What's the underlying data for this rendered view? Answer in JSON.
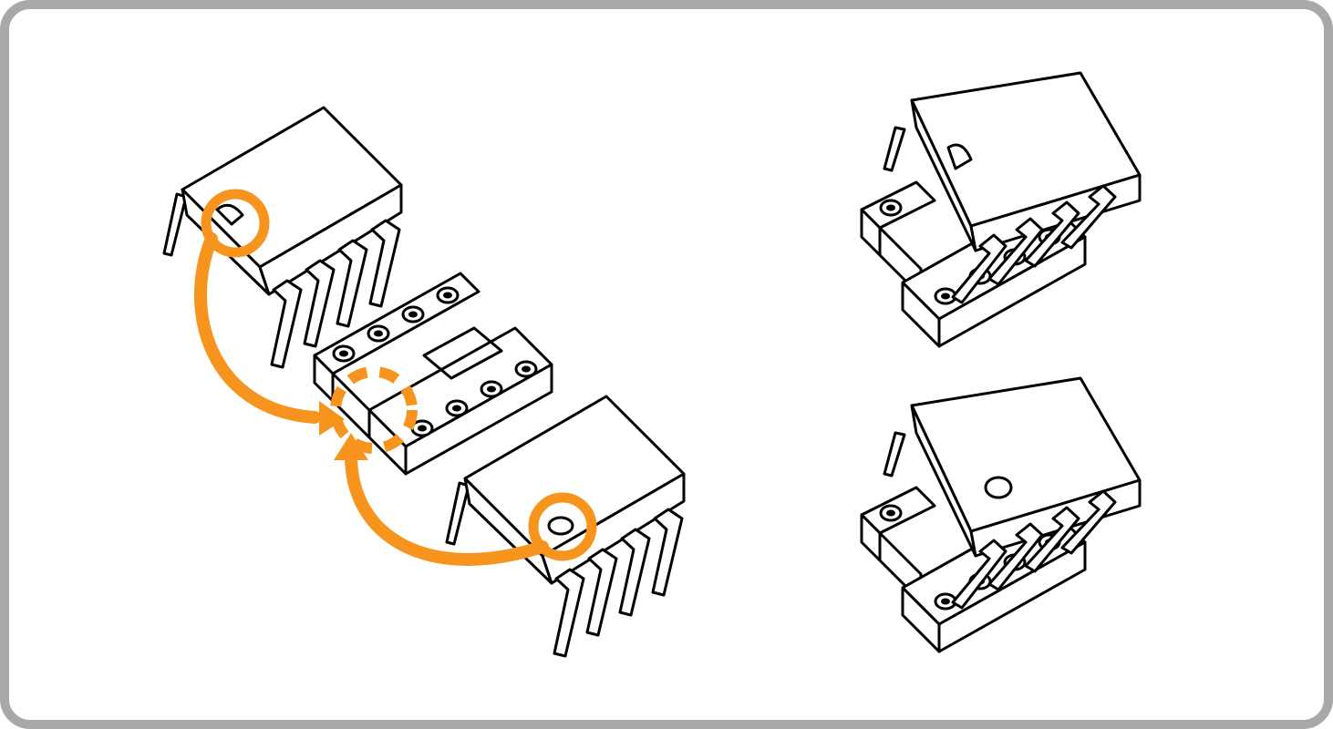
{
  "figure": {
    "panels": [
      "socket-and-chip-orientation",
      "correct-insertion",
      "incorrect-insertion"
    ],
    "highlight_color": "#f7941d",
    "border_color": "#a7a8aa",
    "line_color": "#000000",
    "background": "#ffffff",
    "socket_pins_per_side": 4,
    "chip_pins_per_side": 4
  }
}
